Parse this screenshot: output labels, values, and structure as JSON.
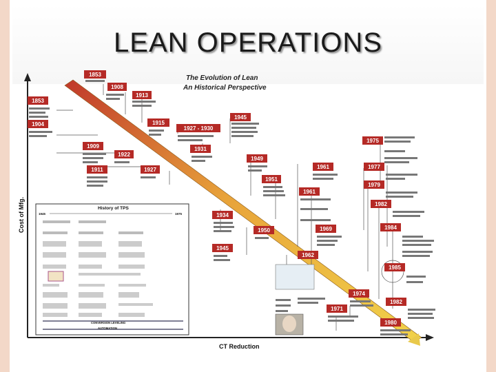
{
  "slide": {
    "title": "LEAN OPERATIONS"
  },
  "diagram": {
    "heading": [
      "The Evolution of Lean",
      "An Historical Perspective"
    ],
    "y_axis_label": "Cost of Mfg.",
    "x_axis_label": "CT Reduction",
    "inset": {
      "title": "History of TPS",
      "start_year": "1945",
      "end_year": "1975",
      "band_label": "CONVERSION LEVELING",
      "footer": "AUTOMATION"
    },
    "year_boxes": [
      {
        "id": "y1853a",
        "label": "1853"
      },
      {
        "id": "y1853b",
        "label": "1853"
      },
      {
        "id": "y1908",
        "label": "1908"
      },
      {
        "id": "y1913",
        "label": "1913"
      },
      {
        "id": "y1904",
        "label": "1904"
      },
      {
        "id": "y1915",
        "label": "1915"
      },
      {
        "id": "y1927a",
        "label": "1927 - 1930"
      },
      {
        "id": "y1945a",
        "label": "1945"
      },
      {
        "id": "y1909",
        "label": "1909"
      },
      {
        "id": "y1922",
        "label": "1922"
      },
      {
        "id": "y1931",
        "label": "1931"
      },
      {
        "id": "y1911",
        "label": "1911"
      },
      {
        "id": "y1927b",
        "label": "1927"
      },
      {
        "id": "y1949",
        "label": "1949"
      },
      {
        "id": "y1951",
        "label": "1951"
      },
      {
        "id": "y1961a",
        "label": "1961"
      },
      {
        "id": "y1961b",
        "label": "1961"
      },
      {
        "id": "y1934",
        "label": "1934"
      },
      {
        "id": "y1950",
        "label": "1950"
      },
      {
        "id": "y1945b",
        "label": "1945"
      },
      {
        "id": "y1969",
        "label": "1969"
      },
      {
        "id": "y1962",
        "label": "1962"
      },
      {
        "id": "y1975",
        "label": "1975"
      },
      {
        "id": "y1977",
        "label": "1977"
      },
      {
        "id": "y1979",
        "label": "1979"
      },
      {
        "id": "y1982a",
        "label": "1982"
      },
      {
        "id": "y1984",
        "label": "1984"
      },
      {
        "id": "y1985",
        "label": "1985"
      },
      {
        "id": "y1974",
        "label": "1974"
      },
      {
        "id": "y1971",
        "label": "1971"
      },
      {
        "id": "y1982b",
        "label": "1982"
      },
      {
        "id": "y1980",
        "label": "1980"
      }
    ]
  }
}
